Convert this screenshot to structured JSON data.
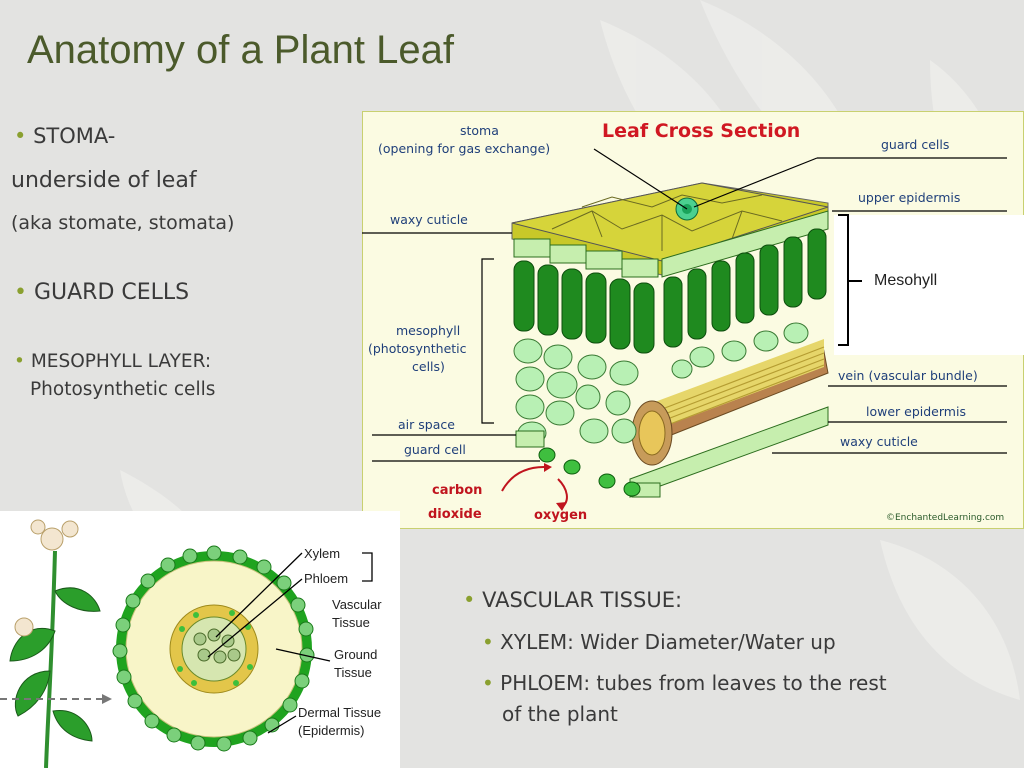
{
  "slide": {
    "title": "Anatomy of a Plant Leaf",
    "bullets_left": {
      "stoma_heading": "STOMA-",
      "stoma_line1": "underside of leaf",
      "stoma_line2": "(aka stomate, stomata)",
      "guard_cells": "GUARD CELLS",
      "mesophyll_heading": "MESOPHYLL LAYER:",
      "mesophyll_desc": "Photosynthetic cells"
    },
    "bullets_right": {
      "vascular_heading": "VASCULAR TISSUE:",
      "xylem": "XYLEM: Wider Diameter/Water up",
      "phloem_line1": "PHLOEM: tubes from leaves to the rest",
      "phloem_line2": "of the plant"
    },
    "bullet_symbol": "•"
  },
  "leaf_diagram": {
    "title": "Leaf Cross Section",
    "stoma_label_1": "stoma",
    "stoma_label_2": "(opening for gas exchange)",
    "guard_cells": "guard cells",
    "upper_epidermis": "upper epidermis",
    "waxy_cuticle_top": "waxy cuticle",
    "mesophyll_1": "mesophyll",
    "mesophyll_2": "(photosynthetic",
    "mesophyll_3": "cells)",
    "vein": "vein (vascular bundle)",
    "lower_epidermis": "lower epidermis",
    "air_space": "air space",
    "guard_cell": "guard cell",
    "waxy_cuticle_bottom": "waxy cuticle",
    "carbon_1": "carbon",
    "carbon_2": "dioxide",
    "oxygen": "oxygen",
    "credit": "©EnchantedLearning.com",
    "mesohyll_callout": "Mesohyll"
  },
  "stem_diagram": {
    "xylem": "Xylem",
    "phloem": "Phloem",
    "vascular_1": "Vascular",
    "vascular_2": "Tissue",
    "ground_1": "Ground",
    "ground_2": "Tissue",
    "dermal_1": "Dermal Tissue",
    "dermal_2": "(Epidermis)"
  },
  "colors": {
    "title": "#4b5a2b",
    "bullet": "#8aa02f",
    "label_blue": "#1f3f7a",
    "label_red": "#c0141e"
  }
}
